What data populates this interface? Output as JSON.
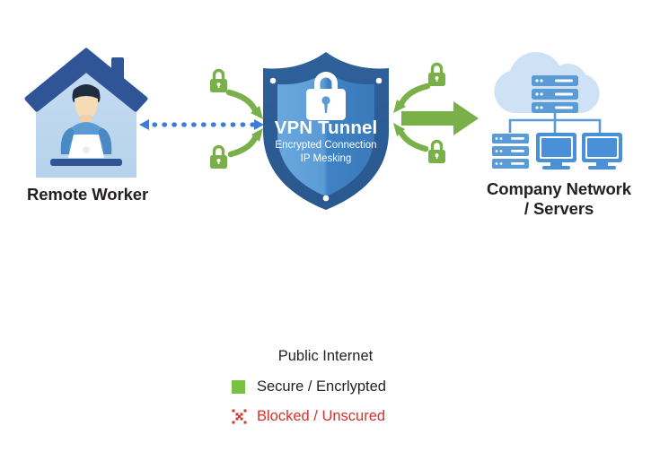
{
  "diagram": {
    "type": "network-security-diagram",
    "title_visible": false,
    "background_color": "#ffffff",
    "nodes": {
      "remote_worker": {
        "label": "Remote Worker",
        "icon": "house-with-person-at-laptop",
        "colors": {
          "roof": "#2f5596",
          "wall": "#bcd6ef",
          "shirt": "#5b9bd5",
          "hair": "#1f2c3f",
          "skin": "#f6dcb6",
          "laptop": "#ffffff",
          "desk": "#2f5596"
        }
      },
      "vpn_tunnel": {
        "title": "VPN Tunnel",
        "subtitle_line1": "Encrypted Connection",
        "subtitle_line2": "IP Mesking",
        "icon": "shield-with-padlock",
        "colors": {
          "shield_outer": "#2c5f9e",
          "shield_inner_light": "#5b9bd5",
          "shield_inner_dark": "#3d7ebd",
          "padlock": "#ffffff",
          "rivet": "#ffffff"
        }
      },
      "company_network": {
        "label_line1": "Company Network",
        "label_line2": "/ Servers",
        "icon": "cloud-with-servers-and-monitors",
        "colors": {
          "cloud": "#cfe2f5",
          "server": "#5b9bd5",
          "monitor": "#4a90d9",
          "connector": "#5b9bd5"
        }
      }
    },
    "connections": [
      {
        "name": "worker-to-tunnel-dotted",
        "style": "dotted",
        "color": "#3b7dd8",
        "direction": "bidirectional",
        "from": "remote_worker",
        "to": "vpn_tunnel"
      },
      {
        "name": "tunnel-to-network-solid",
        "style": "solid-block-arrow",
        "color": "#7ab04a",
        "direction": "right",
        "from": "vpn_tunnel",
        "to": "company_network"
      }
    ],
    "locks": [
      {
        "name": "lock-left-top",
        "color": "#7ab04a",
        "arrow_direction": "right-down"
      },
      {
        "name": "lock-left-bottom",
        "color": "#7ab04a",
        "arrow_direction": "right-up"
      },
      {
        "name": "lock-right-top",
        "color": "#7ab04a",
        "arrow_direction": "left-down"
      },
      {
        "name": "lock-right-bottom",
        "color": "#7ab04a",
        "arrow_direction": "left-up"
      }
    ]
  },
  "legend": {
    "title": "Public Internet",
    "items": [
      {
        "label": "Secure / Encrlypted",
        "swatch": "green-square",
        "color": "#7ac143",
        "text_color": "#231f20"
      },
      {
        "label": "Blocked / Unscured",
        "swatch": "red-dotted-x",
        "color": "#d8312c",
        "text_color": "#d8312c"
      }
    ]
  }
}
